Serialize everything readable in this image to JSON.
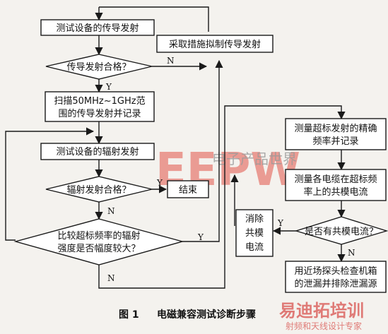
{
  "nodes": {
    "test_conducted": "测试设备的传导发射",
    "conducted_ok": "传导发射合格？",
    "scan_line1": "扫描50MHz~1GHz范",
    "scan_line2": "围的传导发射并记录",
    "test_radiated": "测试设备的辐射发射",
    "radiated_ok": "辐射发射合格？",
    "end": "结束",
    "compare_line1": "比较超标频率的辐射",
    "compare_line2": "强度是否幅度较大？",
    "suppress": "采取措施拟制传导发射",
    "measure_freq_line1": "测量超标发射的精确",
    "measure_freq_line2": "频率并记录",
    "measure_cm_line1": "测量各电缆在超标频",
    "measure_cm_line2": "率上的共模电流",
    "has_cm": "是否有共模电流？",
    "eliminate_line1": "消除",
    "eliminate_line2": "共模",
    "eliminate_line3": "电流",
    "probe_line1": "用近场探头检查机箱",
    "probe_line2": "的泄漏并排除泄漏源"
  },
  "edge_labels": {
    "yes": "Y",
    "no": "N"
  },
  "caption": {
    "figure_no": "图 1",
    "title": "电磁兼容测试诊断步骤"
  },
  "watermarks": {
    "brand_big": "EEPW",
    "brand_cn": "电子产品世界",
    "site_logo": "易迪拓培训",
    "site_sub": "射频和天线设计专家"
  }
}
